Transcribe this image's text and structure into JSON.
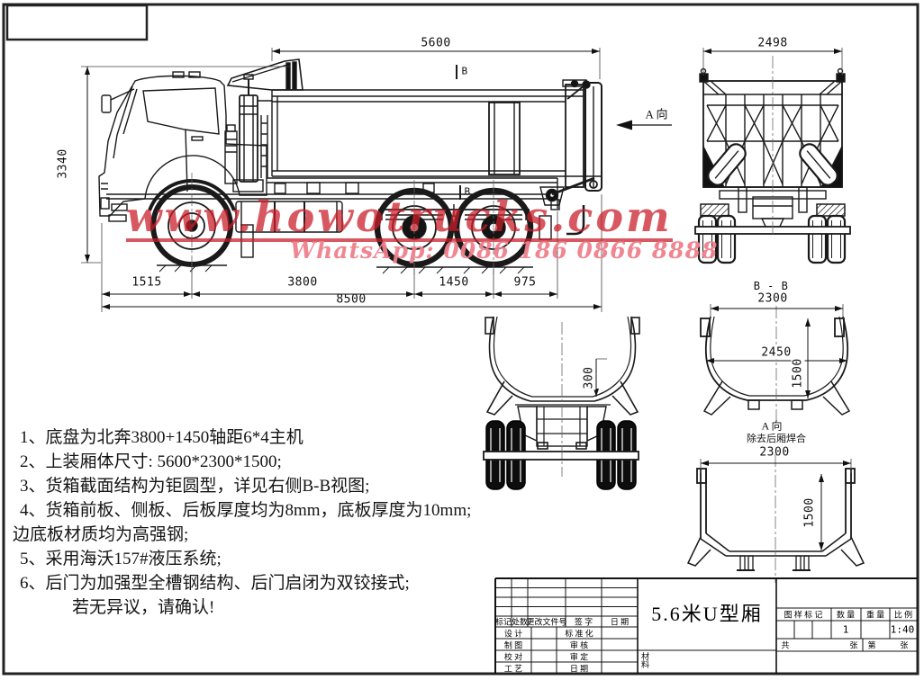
{
  "watermark": {
    "site": "www.howotrucks.com",
    "whatsapp": "WhatsApp: 0086 186 0866 8888",
    "site_color": "#c91e2a",
    "whatsapp_color": "#ee808c"
  },
  "dims": {
    "box_length": "5600",
    "overall_height": "3340",
    "front_overhang": "1515",
    "wheelbase": "3800",
    "tandem_spacing": "1450",
    "rear_overhang": "975",
    "overall_length": "8500",
    "rear_width": "2498",
    "floor_offset": "300",
    "bb_top_width": "2300",
    "bb_inner_width": "2450",
    "bb_height": "1500",
    "va_top_width": "2300",
    "va_height": "1500"
  },
  "marks": {
    "section_b_top": "B",
    "section_b_bottom": "B",
    "bb_title": "B - B",
    "view_a_direction": "A 向",
    "bb_view_label": "A 向",
    "bb_view_sub": "除去后厢焊合"
  },
  "notes": {
    "lines": [
      "1、底盘为北奔3800+1450轴距6*4主机",
      "2、上装厢体尺寸: 5600*2300*1500;",
      "3、货箱截面结构为钜圆型，详见右侧B-B视图;",
      "4、货箱前板、侧板、后板厚度均为8mm，底板厚度为10mm;",
      "边底板材质均为高强钢;",
      "5、采用海沃157#液压系统;",
      "6、后门为加强型全槽钢结构、后门启闭为双铰接式;",
      "若无异议，请确认!"
    ]
  },
  "title_block": {
    "drawing_title": "5.6米U型厢",
    "rev_headers": [
      "标记",
      "处数",
      "更改文件号",
      "签 字",
      "日 期"
    ],
    "rows": [
      [
        "设 计",
        "标 准 化"
      ],
      [
        "制 图",
        "审 核"
      ],
      [
        "校 对",
        "审 定"
      ],
      [
        "工 艺",
        "日 期"
      ]
    ],
    "material": "材料",
    "right_headers": [
      "图 样 标 记",
      "数 量",
      "重 量",
      "比 例"
    ],
    "quantity": "1",
    "scale": "1:40",
    "sheet": [
      "共",
      "张",
      "第",
      "张"
    ]
  }
}
